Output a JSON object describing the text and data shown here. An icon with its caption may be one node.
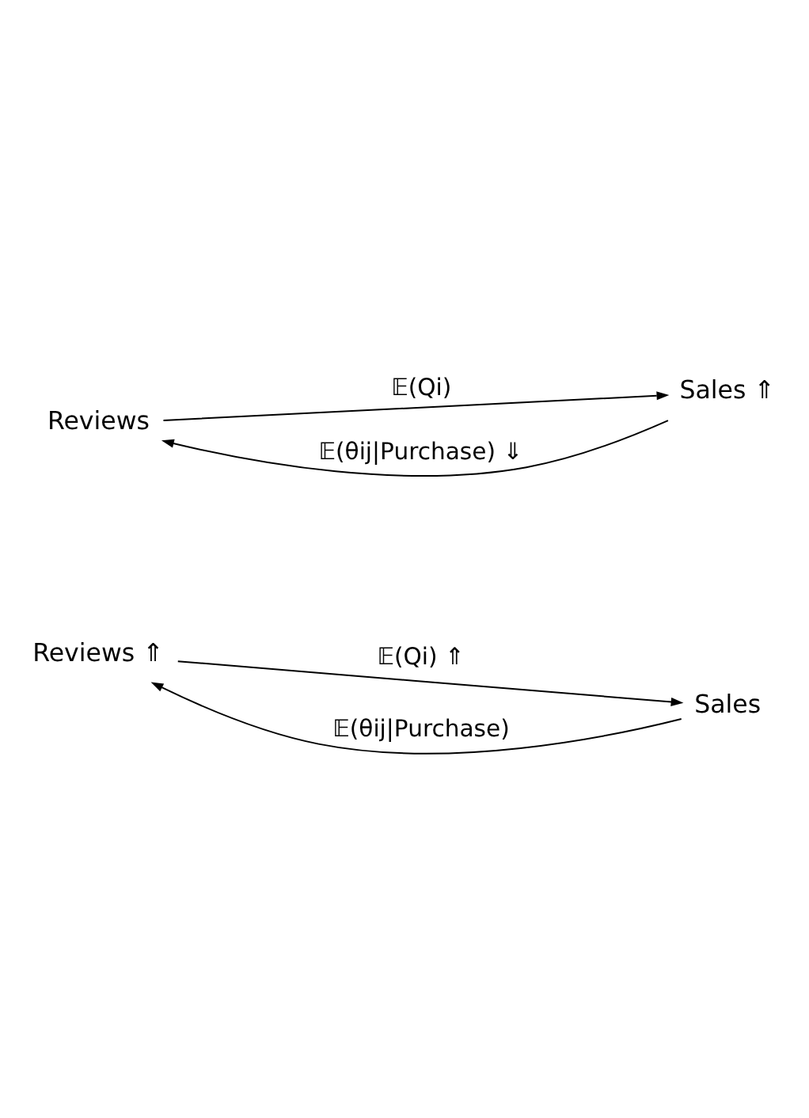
{
  "diagram": {
    "nodes": [
      {
        "text": [
          "Reviews ⇑"
        ]
      },
      {
        "text": [
          "Sales"
        ]
      },
      {
        "text": [
          "Reviews"
        ]
      },
      {
        "text": [
          "Sales ⇑"
        ]
      }
    ],
    "edges": [
      {
        "from": 0,
        "to": 1,
        "arrow": "to",
        "label": "𝔼(Qi) ⇑"
      },
      {
        "from": 1,
        "to": 0,
        "arrow": "to",
        "label": "𝔼(θij|Purchase)"
      },
      {
        "from": 2,
        "to": 3,
        "arrow": "to",
        "label": "𝔼(Qi)"
      },
      {
        "from": 3,
        "to": 2,
        "arrow": "to",
        "label": "𝔼(θij|Purchase) ⇓"
      }
    ]
  }
}
